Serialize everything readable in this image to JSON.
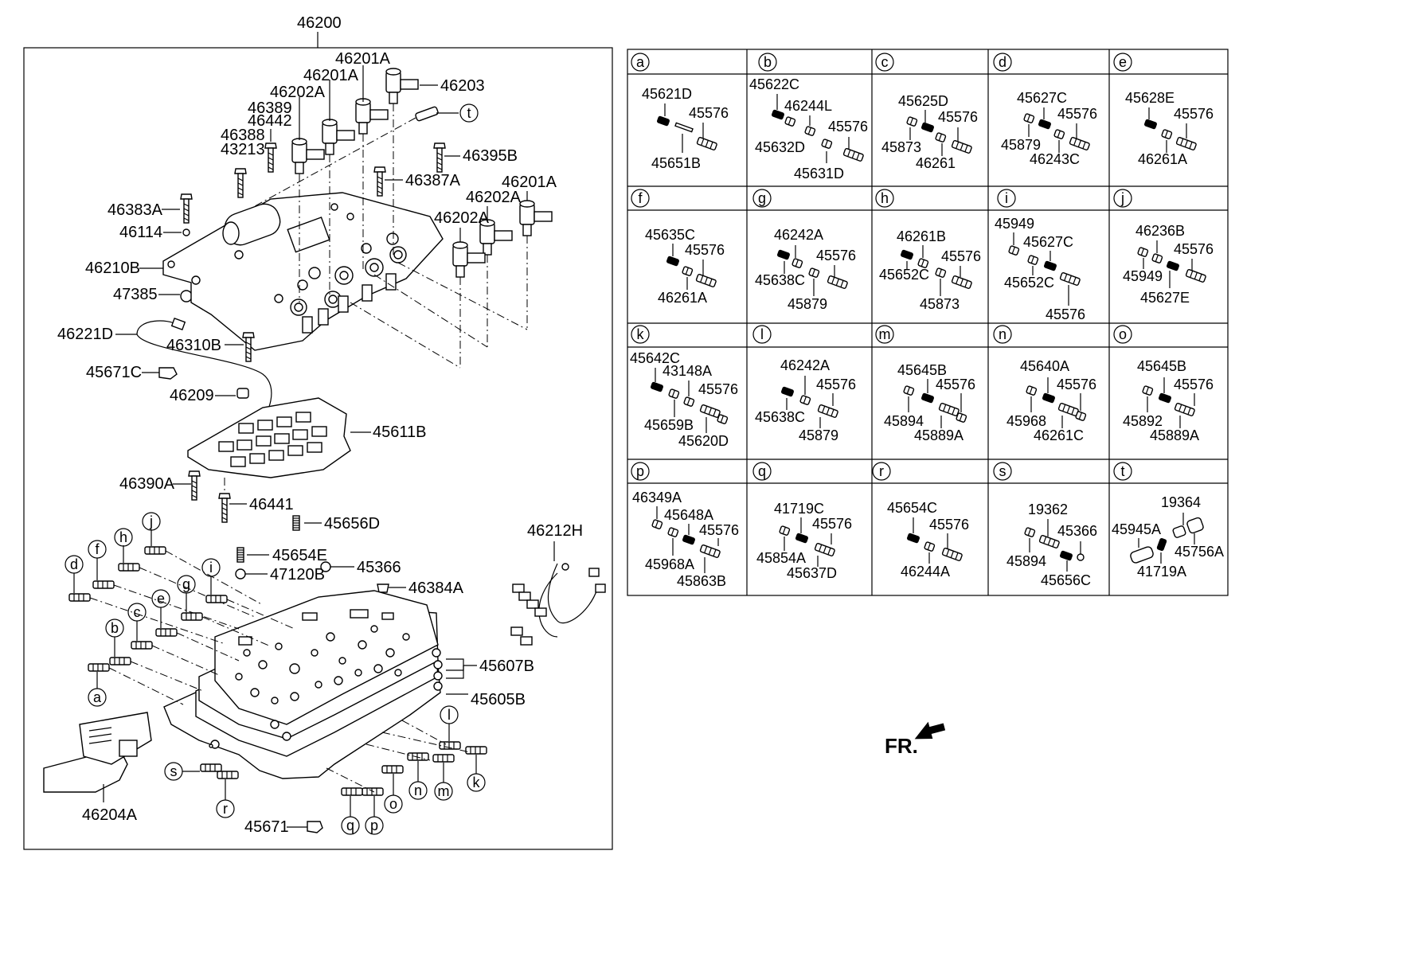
{
  "main_assembly": {
    "number": "46200"
  },
  "callouts": [
    "46201A",
    "46203",
    "46201A",
    "46202A",
    "46389",
    "46442",
    "46388",
    "43213",
    "46395B",
    "46387A",
    "46201A",
    "46202A",
    "46202A",
    "46383A",
    "46114",
    "46210B",
    "47385",
    "46221D",
    "46310B",
    "45671C",
    "46209",
    "45611B",
    "46390A",
    "46441",
    "45656D",
    "46212H",
    "45654E",
    "45366",
    "47120B",
    "46384A",
    "45607B",
    "45605B",
    "46204A",
    "45671"
  ],
  "letter_markers": [
    "t",
    "j",
    "h",
    "f",
    "d",
    "i",
    "g",
    "e",
    "c",
    "b",
    "a",
    "s",
    "r",
    "l",
    "k",
    "m",
    "n",
    "o",
    "p",
    "q"
  ],
  "grid": [
    {
      "letter": "a",
      "labels": [
        "45621D",
        "45576",
        "45651B"
      ]
    },
    {
      "letter": "b",
      "labels": [
        "45622C",
        "46244L",
        "45576",
        "45632D",
        "45631D"
      ]
    },
    {
      "letter": "c",
      "labels": [
        "45625D",
        "45576",
        "45873",
        "46261"
      ]
    },
    {
      "letter": "d",
      "labels": [
        "45627C",
        "45576",
        "45879",
        "46243C"
      ]
    },
    {
      "letter": "e",
      "labels": [
        "45628E",
        "45576",
        "46261A"
      ]
    },
    {
      "letter": "f",
      "labels": [
        "45635C",
        "45576",
        "46261A"
      ]
    },
    {
      "letter": "g",
      "labels": [
        "46242A",
        "45576",
        "45638C",
        "45879"
      ]
    },
    {
      "letter": "h",
      "labels": [
        "46261B",
        "45576",
        "45652C",
        "45873"
      ]
    },
    {
      "letter": "i",
      "labels": [
        "45949",
        "45627C",
        "45652C",
        "45576"
      ]
    },
    {
      "letter": "j",
      "labels": [
        "46236B",
        "45576",
        "45949",
        "45627E"
      ]
    },
    {
      "letter": "k",
      "labels": [
        "45642C",
        "43148A",
        "45576",
        "45659B",
        "45620D"
      ]
    },
    {
      "letter": "l",
      "labels": [
        "46242A",
        "45576",
        "45638C",
        "45879"
      ]
    },
    {
      "letter": "m",
      "labels": [
        "45645B",
        "45576",
        "45894",
        "45889A"
      ]
    },
    {
      "letter": "n",
      "labels": [
        "45640A",
        "45576",
        "45968",
        "46261C"
      ]
    },
    {
      "letter": "o",
      "labels": [
        "45645B",
        "45576",
        "45892",
        "45889A"
      ]
    },
    {
      "letter": "p",
      "labels": [
        "46349A",
        "45648A",
        "45576",
        "45968A",
        "45863B"
      ]
    },
    {
      "letter": "q",
      "labels": [
        "41719C",
        "45576",
        "45854A",
        "45637D"
      ]
    },
    {
      "letter": "r",
      "labels": [
        "45654C",
        "45576",
        "46244A"
      ]
    },
    {
      "letter": "s",
      "labels": [
        "19362",
        "45366",
        "45894",
        "45656C"
      ]
    },
    {
      "letter": "t",
      "labels": [
        "19364",
        "45945A",
        "45756A",
        "41719A"
      ]
    }
  ],
  "direction": {
    "text": "FR."
  }
}
